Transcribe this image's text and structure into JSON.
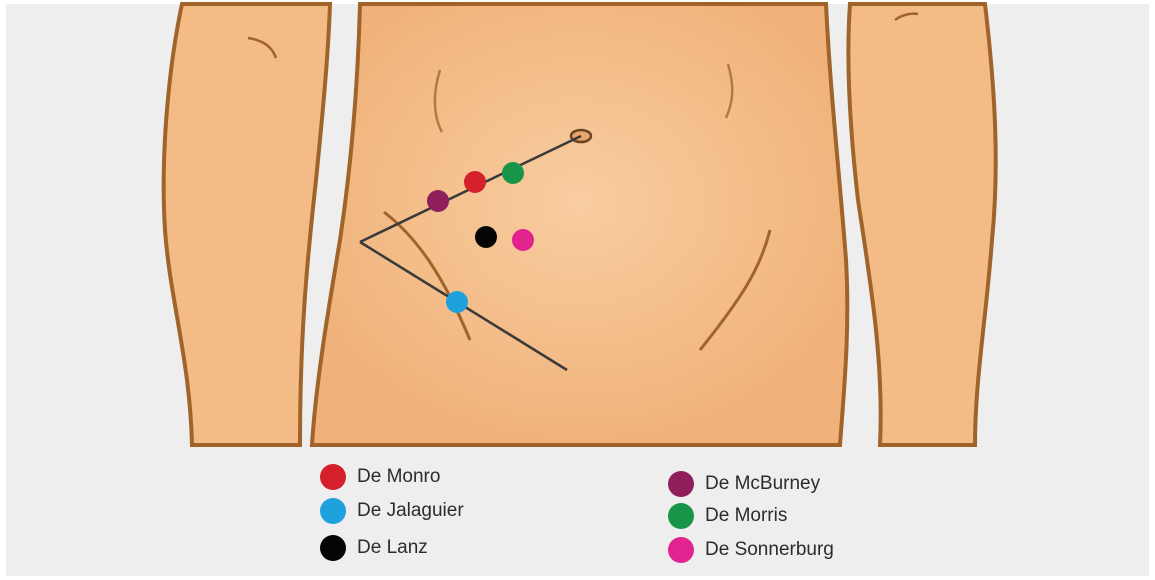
{
  "legend": [
    {
      "key": "monro",
      "label": "De Monro",
      "color": "#d5202b"
    },
    {
      "key": "jalaguier",
      "label": "De Jalaguier",
      "color": "#1fa1de"
    },
    {
      "key": "lanz",
      "label": "De Lanz",
      "color": "#050505"
    },
    {
      "key": "mcburney",
      "label": "De McBurney",
      "color": "#8e1f5c"
    },
    {
      "key": "morris",
      "label": "De Morris",
      "color": "#189448"
    },
    {
      "key": "sonnerburg",
      "label": "De Sonnerburg",
      "color": "#e0238e"
    }
  ],
  "colors": {
    "skin": "#f6c495",
    "outline": "#a0642a",
    "background": "#eeeeee"
  }
}
